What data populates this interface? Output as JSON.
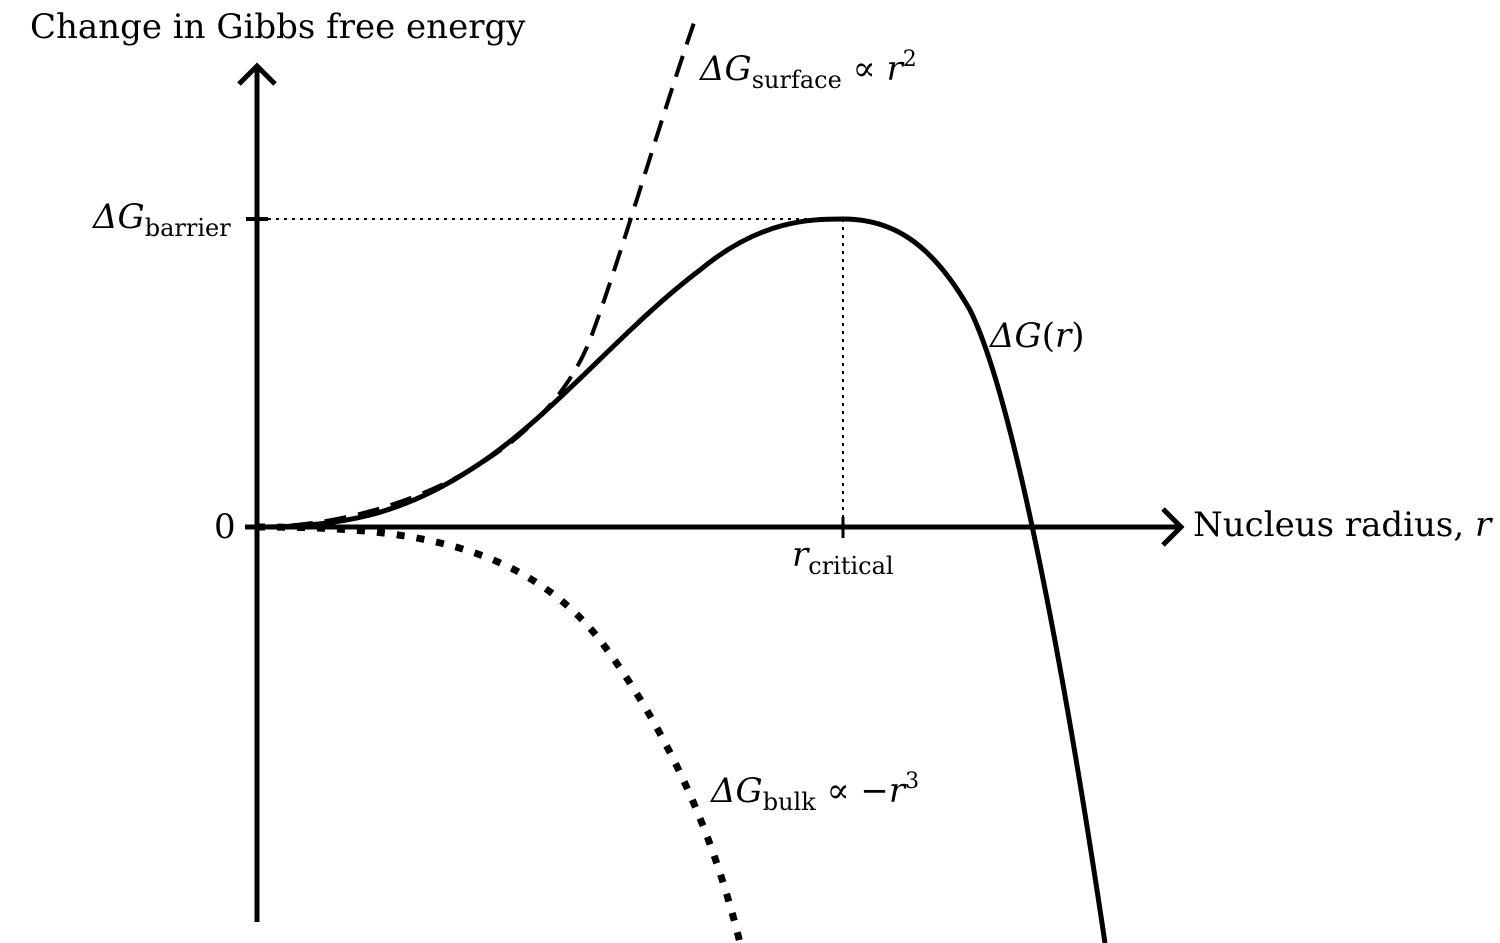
{
  "diagram": {
    "y_axis": {
      "label": "Change in Gibbs free energy"
    },
    "x_axis": {
      "label_text": "Nucleus radius, ",
      "label_var": "r"
    },
    "y_ticks": {
      "zero": "0",
      "barrier": {
        "symbol": "ΔG",
        "subscript": "barrier"
      }
    },
    "x_ticks": {
      "critical": {
        "symbol": "r",
        "subscript": "critical"
      }
    },
    "curves": {
      "surface": {
        "symbol": "ΔG",
        "subscript": "surface",
        "relation": " ∝ ",
        "var": "r",
        "exponent": "2",
        "style": "dashed"
      },
      "bulk": {
        "symbol": "ΔG",
        "subscript": "bulk",
        "relation": " ∝ −",
        "var": "r",
        "exponent": "3",
        "style": "dotted"
      },
      "total": {
        "symbol": "ΔG",
        "paren_open": "(",
        "var": "r",
        "paren_close": ")",
        "style": "solid"
      }
    },
    "colors": {
      "ink": "#000000",
      "background": "#ffffff"
    }
  }
}
